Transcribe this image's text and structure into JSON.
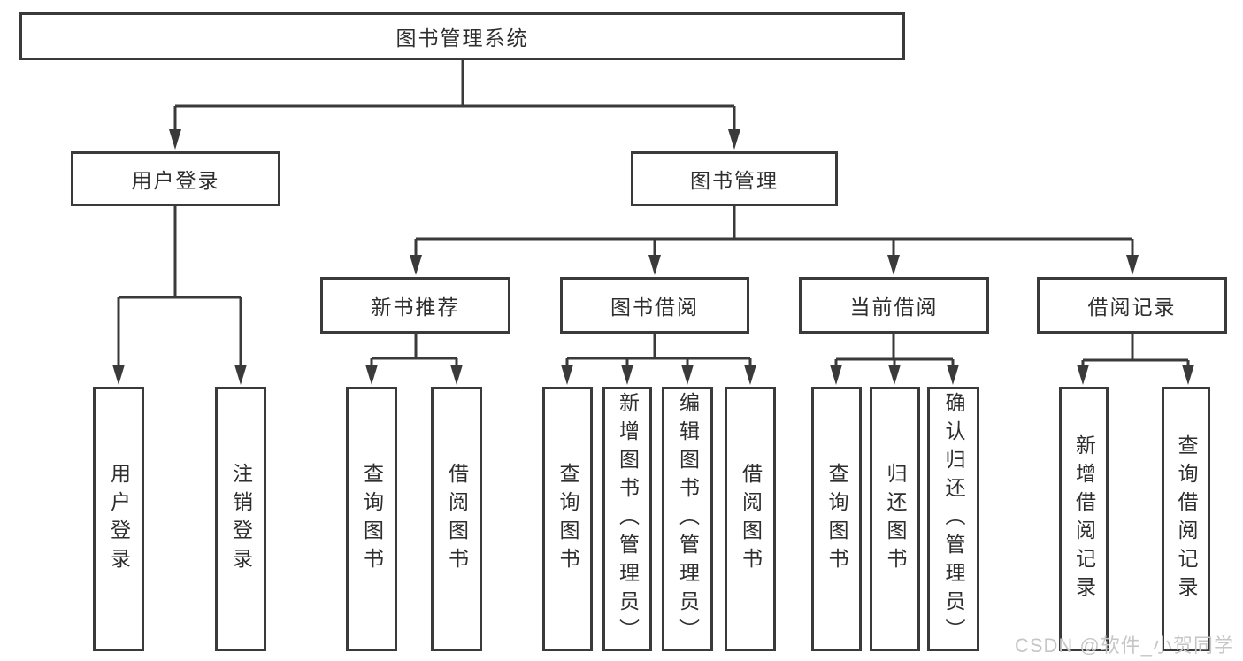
{
  "diagram": {
    "root": {
      "label": "图书管理系统"
    },
    "level2": [
      {
        "label": "用户登录"
      },
      {
        "label": "图书管理"
      }
    ],
    "level3": [
      {
        "label": "新书推荐"
      },
      {
        "label": "图书借阅"
      },
      {
        "label": "当前借阅"
      },
      {
        "label": "借阅记录"
      }
    ],
    "leaves": {
      "user_login": [
        {
          "label": "用户登录"
        },
        {
          "label": "注销登录"
        }
      ],
      "new_book_recommend": [
        {
          "label": "查询图书"
        },
        {
          "label": "借阅图书"
        }
      ],
      "book_borrow": [
        {
          "label": "查询图书"
        },
        {
          "label": "新增图书（管理员）"
        },
        {
          "label": "编辑图书（管理员）"
        },
        {
          "label": "借阅图书"
        }
      ],
      "current_borrow": [
        {
          "label": "查询图书"
        },
        {
          "label": "归还图书"
        },
        {
          "label": "确认归还（管理员）"
        }
      ],
      "borrow_records": [
        {
          "label": "新增借阅记录"
        },
        {
          "label": "查询借阅记录"
        }
      ]
    },
    "watermark": "CSDN @软件_小贺同学",
    "colors": {
      "line": "#3a3a3a",
      "text": "#2e2e2e",
      "watermark": "#c6c6c6",
      "background": "#ffffff"
    }
  }
}
